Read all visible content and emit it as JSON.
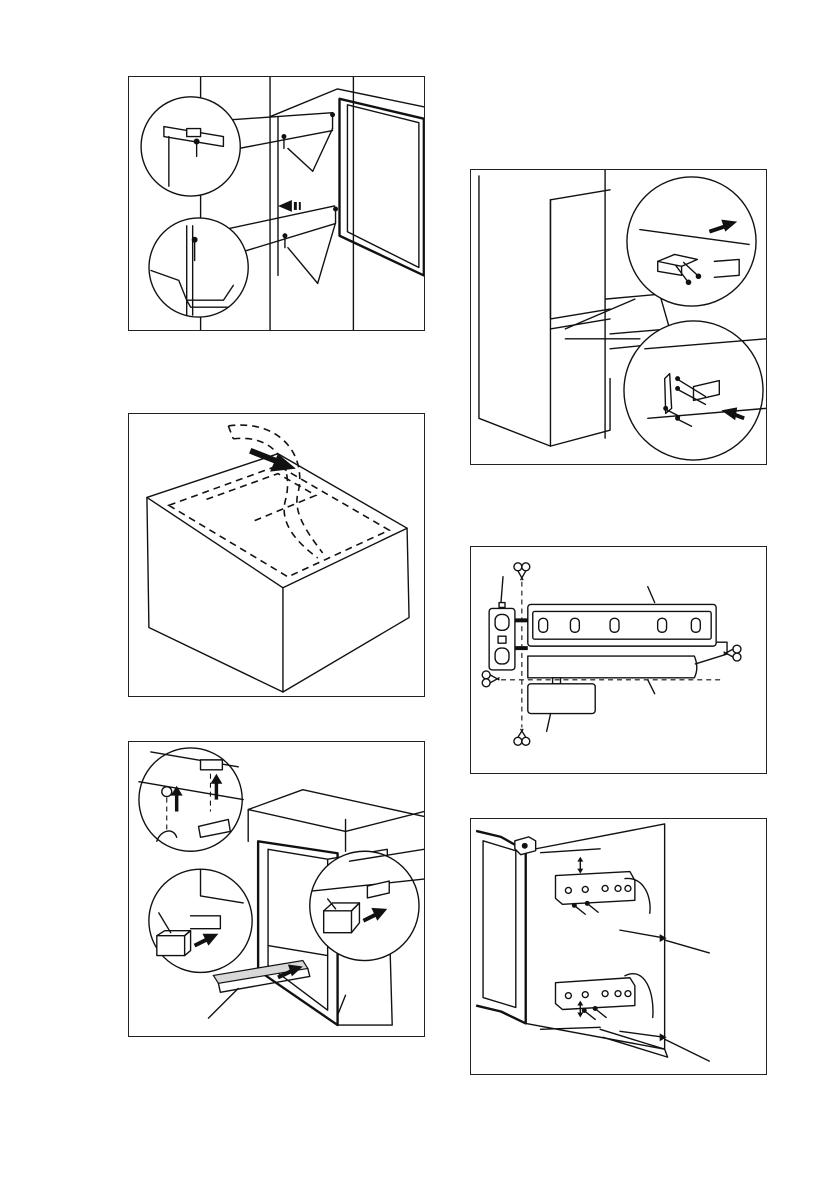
{
  "page": {
    "footer_text": ""
  },
  "figures": [
    {
      "id": "hinge-screw-installation",
      "icons": [
        "screw-icon",
        "magnify-callout-icon",
        "insert-arrow-icon"
      ]
    },
    {
      "id": "tape-removal",
      "icons": [
        "pull-direction-arrow-icon"
      ]
    },
    {
      "id": "cover-and-strip-installation",
      "icons": [
        "up-arrow-icon",
        "push-arrow-icon"
      ]
    },
    {
      "id": "door-bracket-fitting",
      "icons": [
        "slide-arrow-icon",
        "screw-icon"
      ]
    },
    {
      "id": "cut-parts",
      "icons": [
        "scissors-icon"
      ]
    },
    {
      "id": "bracket-positioning",
      "icons": [
        "dimension-arrow-icon"
      ]
    }
  ],
  "colors": {
    "line": "#111111",
    "background": "#ffffff"
  }
}
